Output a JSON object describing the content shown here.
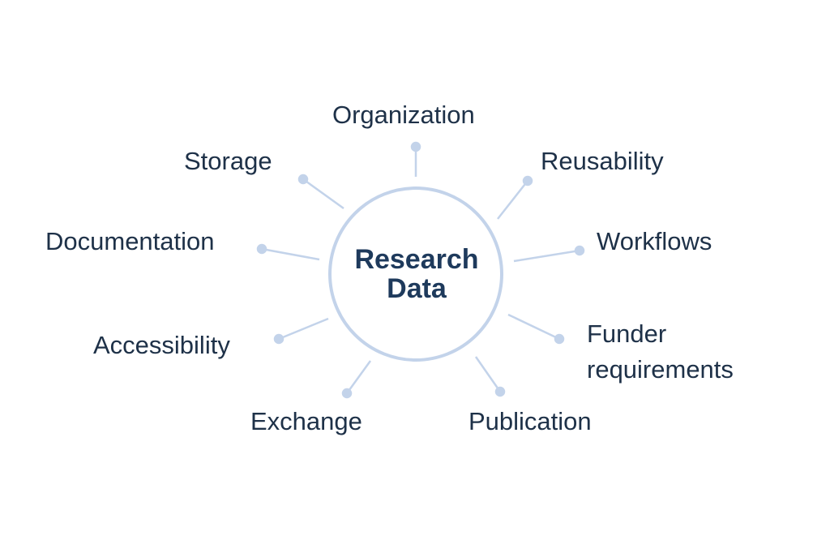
{
  "center": {
    "line1": "Research",
    "line2": "Data"
  },
  "colors": {
    "text": "#1e3148",
    "accent": "#bcd0ea"
  },
  "topics": {
    "organization": "Organization",
    "storage": "Storage",
    "reusability": "Reusability",
    "documentation": "Documentation",
    "workflows": "Workflows",
    "accessibility": "Accessibility",
    "funder_line1": "Funder",
    "funder_line2": "requirements",
    "exchange": "Exchange",
    "publication": "Publication"
  }
}
